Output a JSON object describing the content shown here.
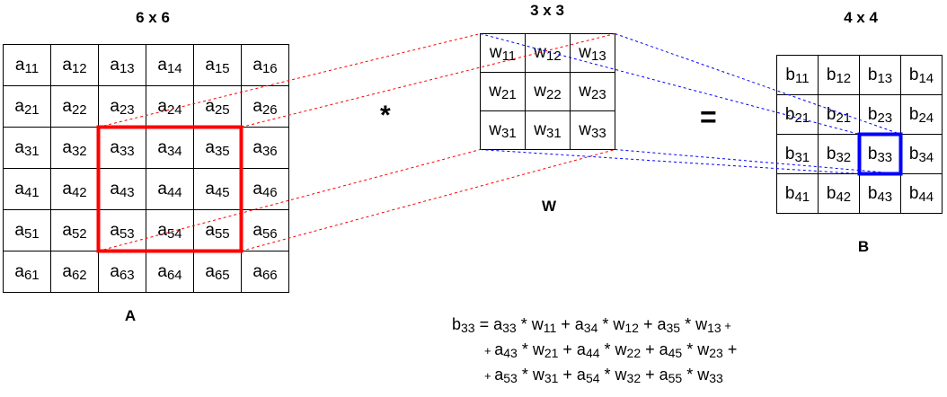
{
  "matrix_a": {
    "title": "6 x 6",
    "label": "A",
    "rows": [
      [
        [
          "a",
          "11"
        ],
        [
          "a",
          "12"
        ],
        [
          "a",
          "13"
        ],
        [
          "a",
          "14"
        ],
        [
          "a",
          "15"
        ],
        [
          "a",
          "16"
        ]
      ],
      [
        [
          "a",
          "21"
        ],
        [
          "a",
          "22"
        ],
        [
          "a",
          "23"
        ],
        [
          "a",
          "24"
        ],
        [
          "a",
          "25"
        ],
        [
          "a",
          "26"
        ]
      ],
      [
        [
          "a",
          "31"
        ],
        [
          "a",
          "32"
        ],
        [
          "a",
          "33"
        ],
        [
          "a",
          "34"
        ],
        [
          "a",
          "35"
        ],
        [
          "a",
          "36"
        ]
      ],
      [
        [
          "a",
          "41"
        ],
        [
          "a",
          "42"
        ],
        [
          "a",
          "43"
        ],
        [
          "a",
          "44"
        ],
        [
          "a",
          "45"
        ],
        [
          "a",
          "46"
        ]
      ],
      [
        [
          "a",
          "51"
        ],
        [
          "a",
          "52"
        ],
        [
          "a",
          "53"
        ],
        [
          "a",
          "54"
        ],
        [
          "a",
          "55"
        ],
        [
          "a",
          "56"
        ]
      ],
      [
        [
          "a",
          "61"
        ],
        [
          "a",
          "62"
        ],
        [
          "a",
          "63"
        ],
        [
          "a",
          "64"
        ],
        [
          "a",
          "65"
        ],
        [
          "a",
          "66"
        ]
      ]
    ],
    "highlight_color": "#ff0000"
  },
  "operator_conv": "*",
  "matrix_w": {
    "title": "3 x 3",
    "label": "W",
    "rows": [
      [
        [
          "w",
          "11"
        ],
        [
          "w",
          "12"
        ],
        [
          "w",
          "13"
        ]
      ],
      [
        [
          "w",
          "21"
        ],
        [
          "w",
          "22"
        ],
        [
          "w",
          "23"
        ]
      ],
      [
        [
          "w",
          "31"
        ],
        [
          "w",
          "31"
        ],
        [
          "w",
          "33"
        ]
      ]
    ]
  },
  "operator_eq": "=",
  "matrix_b": {
    "title": "4 x 4",
    "label": "B",
    "rows": [
      [
        [
          "b",
          "11"
        ],
        [
          "b",
          "12"
        ],
        [
          "b",
          "13"
        ],
        [
          "b",
          "14"
        ]
      ],
      [
        [
          "b",
          "21"
        ],
        [
          "b",
          "21"
        ],
        [
          "b",
          "23"
        ],
        [
          "b",
          "24"
        ]
      ],
      [
        [
          "b",
          "31"
        ],
        [
          "b",
          "32"
        ],
        [
          "b",
          "33"
        ],
        [
          "b",
          "34"
        ]
      ],
      [
        [
          "b",
          "41"
        ],
        [
          "b",
          "42"
        ],
        [
          "b",
          "43"
        ],
        [
          "b",
          "44"
        ]
      ]
    ],
    "highlight_color": "#0000ff"
  },
  "connector_colors": {
    "a_to_w": "#ff0000",
    "w_to_b": "#0000ff"
  },
  "formula": {
    "lhs": [
      "b",
      "33"
    ],
    "lines": [
      {
        "lead": "",
        "terms": [
          [
            [
              "a",
              "33"
            ],
            [
              "w",
              "11"
            ]
          ],
          [
            [
              "a",
              "34"
            ],
            [
              "w",
              "12"
            ]
          ],
          [
            [
              "a",
              "35"
            ],
            [
              "w",
              "13"
            ]
          ]
        ],
        "trail": "+"
      },
      {
        "lead": "+",
        "terms": [
          [
            [
              "a",
              "43"
            ],
            [
              "w",
              "21"
            ]
          ],
          [
            [
              "a",
              "44"
            ],
            [
              "w",
              "22"
            ]
          ],
          [
            [
              "a",
              "45"
            ],
            [
              "w",
              "23"
            ]
          ]
        ],
        "trail": "+"
      },
      {
        "lead": "+",
        "terms": [
          [
            [
              "a",
              "53"
            ],
            [
              "w",
              "31"
            ]
          ],
          [
            [
              "a",
              "54"
            ],
            [
              "w",
              "32"
            ]
          ],
          [
            [
              "a",
              "55"
            ],
            [
              "w",
              "33"
            ]
          ]
        ],
        "trail": ""
      }
    ]
  }
}
